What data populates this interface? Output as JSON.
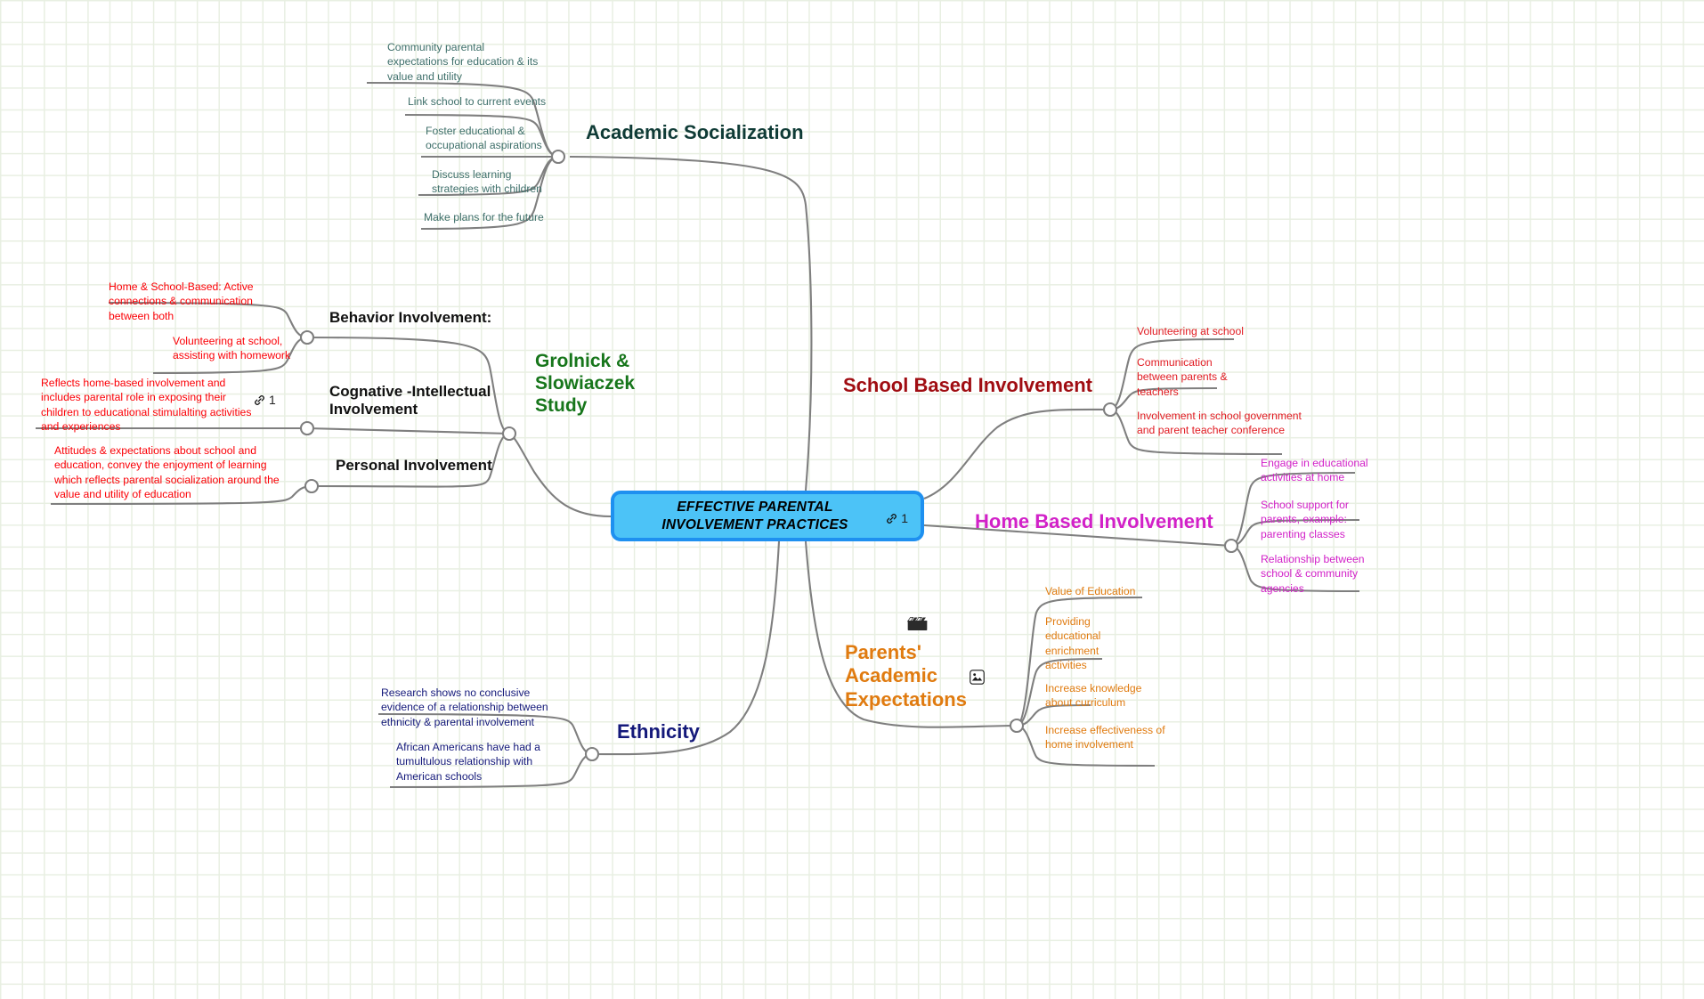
{
  "central": {
    "title": "EFFECTIVE PARENTAL INVOLVEMENT PRACTICES",
    "link_count": "1",
    "fill": "#4cc3f7",
    "border": "#1e90f0"
  },
  "branches": {
    "academic_socialization": {
      "title": "Academic Socialization",
      "color": "#0f3b36",
      "children": [
        "Community parental expectations for education & its value and utility",
        "Link school to current events",
        "Foster educational & occupational aspirations",
        "Discuss learning strategies with children",
        "Make plans for the future"
      ]
    },
    "grolnick_study": {
      "title": "Grolnick & Slowiaczek Study",
      "color": "#17761b",
      "children": [
        {
          "title": "Behavior Involvement:",
          "color": "#111111",
          "notes": [
            "Home & School-Based: Active connections & communication between both",
            "Volunteering at school, assisting with homework"
          ]
        },
        {
          "title": "Cognative -Intellectual Involvement",
          "color": "#111111",
          "link_count": "1",
          "notes": [
            "Reflects home-based involvement and includes parental role in exposing their children to educational stimulalting activities and experiences"
          ]
        },
        {
          "title": "Personal Involvement",
          "color": "#111111",
          "notes": [
            "Attitudes & expectations about school and education, convey the enjoyment of learning which reflects parental socialization around the value and utility of education"
          ]
        }
      ]
    },
    "school_based_involvement": {
      "title": "School Based Involvement",
      "color": "#a00d12",
      "children": [
        "Volunteering at school",
        "Communication between parents & teachers",
        "Involvement in school government and parent teacher conference"
      ]
    },
    "home_based_involvement": {
      "title": "Home Based Involvement",
      "color": "#d221c8",
      "children": [
        "Engage in educational activities at home",
        "School support for parents, example: parenting classes",
        "Relationship between school & community agencies"
      ]
    },
    "parents_academic_expectations": {
      "title": "Parents' Academic Expectations",
      "color": "#e07b10",
      "icons": [
        "clapperboard-icon",
        "image-icon"
      ],
      "children": [
        "Value of Education",
        "Providing educational enrichment activities",
        "Increase knowledge about curriculum",
        "Increase effectiveness of home involvement"
      ]
    },
    "ethnicity": {
      "title": "Ethnicity",
      "color": "#14197a",
      "children": [
        "Research shows no conclusive evidence of a relationship between ethnicity & parental involvement",
        "African Americans have had a tumultulous relationship with American schools"
      ]
    }
  }
}
